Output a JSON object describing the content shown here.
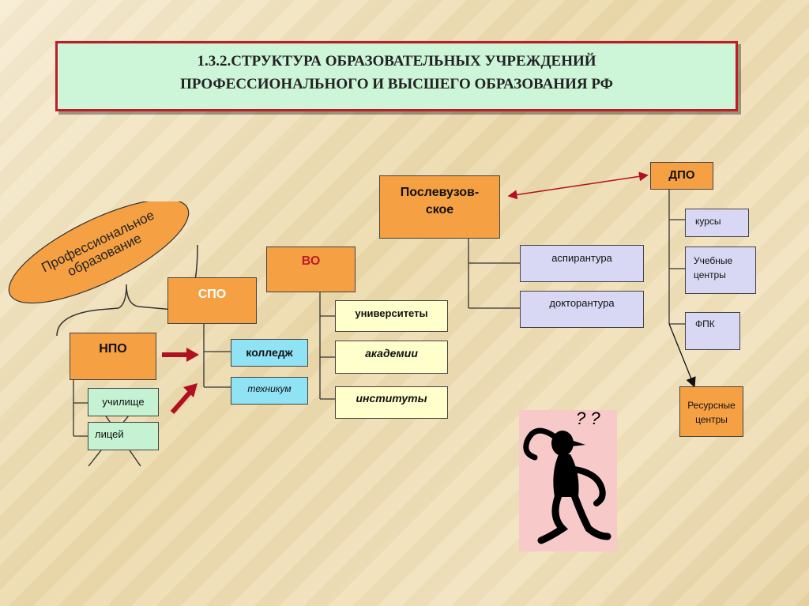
{
  "title": {
    "line1": "1.3.2.СТРУКТУРА ОБРАЗОВАТЕЛЬНЫХ УЧРЕЖДЕНИЙ",
    "line2": "ПРОФЕССИОНАЛЬНОГО И ВЫСШЕГО ОБРАЗОВАНИЯ РФ"
  },
  "oval": {
    "line1": "Профессиональное",
    "line2": "образование"
  },
  "npo": {
    "label": "НПО",
    "items": [
      "училище",
      "лицей"
    ]
  },
  "spo": {
    "label": "СПО",
    "items": [
      "колледж",
      "техникум"
    ]
  },
  "vo": {
    "label": "ВО",
    "items": [
      "университеты",
      "академии",
      "институты"
    ]
  },
  "post": {
    "line1": "Послевузов-",
    "line2": "ское",
    "items": [
      "аспирантура",
      "докторантура"
    ]
  },
  "dpo": {
    "label": "ДПО",
    "items": [
      "курсы",
      "Учебные центры",
      "ФПК"
    ]
  },
  "resource": {
    "label": "Ресурсные центры"
  },
  "figure": {
    "marks": "? ?"
  },
  "colors": {
    "title_border": "#c01c28",
    "orange": "#f5a043",
    "arrow": "#b01020"
  }
}
